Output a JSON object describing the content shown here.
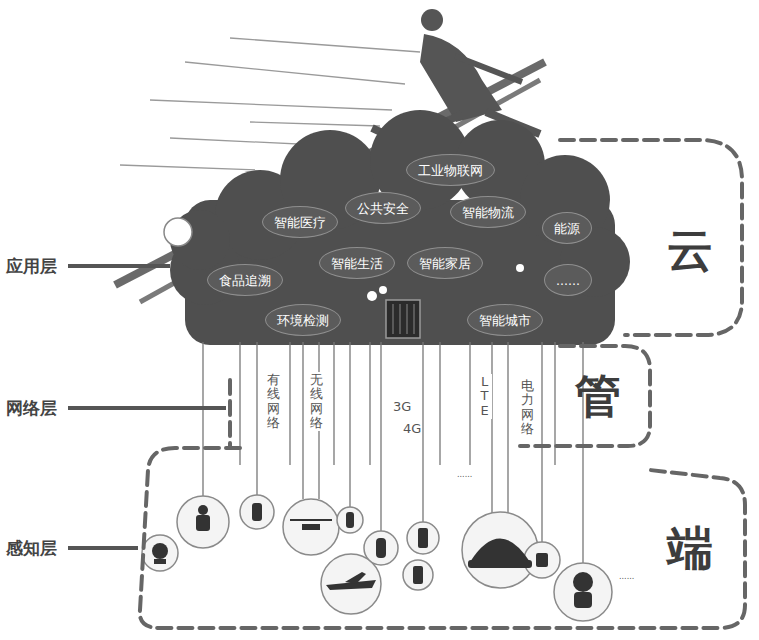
{
  "diagram": {
    "nodes": [
      {
        "text": [
          "云"
        ]
      },
      {
        "text": [
          "管"
        ]
      },
      {
        "text": [
          "端"
        ]
      },
      {
        "text": [
          "工业物联网"
        ]
      },
      {
        "text": [
          "智能医疗"
        ]
      },
      {
        "text": [
          "公共安全"
        ]
      },
      {
        "text": [
          "智能物流"
        ]
      },
      {
        "text": [
          "能源"
        ]
      },
      {
        "text": [
          "智能生活"
        ]
      },
      {
        "text": [
          "智能家居"
        ]
      },
      {
        "text": [
          "食品追溯"
        ]
      },
      {
        "text": [
          "......"
        ]
      },
      {
        "text": [
          "环境检测"
        ]
      },
      {
        "text": [
          "智能城市"
        ]
      }
    ],
    "labels": [
      "应用层",
      "网络层",
      "感知层",
      "有线网络",
      "无线网络",
      "3G",
      "4G",
      "LTE",
      "电力网络",
      "......",
      "......"
    ]
  }
}
